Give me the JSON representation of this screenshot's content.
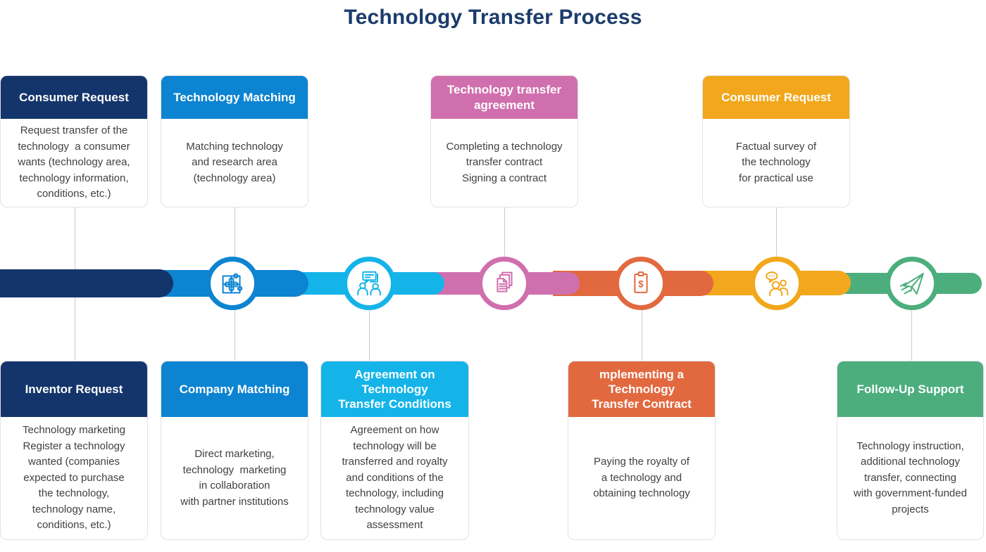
{
  "title": "Technology Transfer Process",
  "palette": {
    "navy": "#14356b",
    "blue": "#0d84d1",
    "cyan": "#14b4e9",
    "pink": "#d06fae",
    "orange": "#e2693f",
    "yellow": "#f2a71c",
    "green": "#4cae7d",
    "title_text": "#1b3c6d",
    "body_text": "#404040",
    "connector_line": "#cccccc",
    "card_border": "#e2e2e2"
  },
  "timeline": {
    "segments": [
      {
        "name": "navy",
        "color": "#14356b"
      },
      {
        "name": "blue",
        "color": "#0d84d1"
      },
      {
        "name": "cyan",
        "color": "#14b4e9"
      },
      {
        "name": "pink",
        "color": "#d06fae"
      },
      {
        "name": "orange",
        "color": "#e2693f"
      },
      {
        "name": "yellow",
        "color": "#f2a71c"
      },
      {
        "name": "green",
        "color": "#4cae7d"
      }
    ],
    "nodes": [
      {
        "icon": "puzzle-icon",
        "color": "#0d84d1"
      },
      {
        "icon": "discussion-icon",
        "color": "#14b4e9"
      },
      {
        "icon": "documents-icon",
        "color": "#d06fae"
      },
      {
        "icon": "clipboard-dollar-icon",
        "color": "#e2693f"
      },
      {
        "icon": "people-chat-icon",
        "color": "#f2a71c"
      },
      {
        "icon": "paper-plane-icon",
        "color": "#4cae7d"
      }
    ]
  },
  "cards": {
    "top": [
      {
        "title": "Consumer Request",
        "color": "#14356b",
        "body": "Request transfer of the\ntechnology  a consumer\nwants (technology area,\ntechnology information,\nconditions, etc.)"
      },
      {
        "title": "Technology Matching",
        "color": "#0d84d1",
        "body": "Matching technology\nand research area\n(technology area)"
      },
      {
        "title": "Technology transfer\nagreement",
        "color": "#d06fae",
        "body": "Completing a technology\ntransfer contract\nSigning a contract"
      },
      {
        "title": "Consumer Request",
        "color": "#f2a71c",
        "body": "Factual survey of\nthe technology\nfor practical use"
      }
    ],
    "bottom": [
      {
        "title": "Inventor Request",
        "color": "#14356b",
        "body": "Technology marketing\nRegister a technology\nwanted (companies\nexpected to purchase\nthe technology,\ntechnology name,\nconditions, etc.)"
      },
      {
        "title": "Company Matching",
        "color": "#0d84d1",
        "body": "Direct marketing,\ntechnology  marketing\nin collaboration\nwith partner institutions"
      },
      {
        "title": "Agreement on\nTechnology\nTransfer Conditions",
        "color": "#14b4e9",
        "body": "Agreement on how\ntechnology will be\ntransferred and royalty\nand conditions of the\ntechnology, including\ntechnology value\nassessment"
      },
      {
        "title": "mplementing a\nTechnology\nTransfer Contract",
        "color": "#e2693f",
        "body": "Paying the royalty of\na technology and\nobtaining technology"
      },
      {
        "title": "Follow-Up Support",
        "color": "#4cae7d",
        "body": "Technology instruction,\nadditional technology\ntransfer, connecting\nwith government-funded\nprojects"
      }
    ]
  }
}
